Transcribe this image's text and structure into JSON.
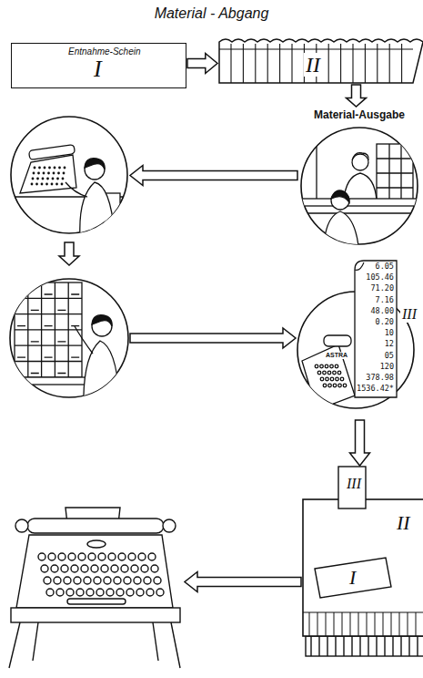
{
  "diagram": {
    "title": "Material - Abgang",
    "nodes": [
      {
        "text": [
          "Entnahme-Schein",
          "I"
        ]
      },
      {
        "text": [
          "II"
        ]
      },
      {
        "text": [
          "Material-Ausgabe"
        ]
      },
      {
        "text": []
      },
      {
        "text": []
      },
      {
        "text": [
          "ASTRA",
          "III"
        ]
      },
      {
        "text": [
          "III",
          "II",
          "I"
        ]
      },
      {
        "text": []
      }
    ],
    "edges": [
      {
        "from": 0,
        "to": 1,
        "arrow": "to"
      },
      {
        "from": 1,
        "to": 2,
        "arrow": "to"
      },
      {
        "from": 2,
        "to": 3,
        "arrow": "to"
      },
      {
        "from": 3,
        "to": 4,
        "arrow": "to"
      },
      {
        "from": 4,
        "to": 5,
        "arrow": "to"
      },
      {
        "from": 5,
        "to": 6,
        "arrow": "to"
      },
      {
        "from": 6,
        "to": 7,
        "arrow": "to"
      }
    ],
    "labels": [
      "6.05",
      "105.46",
      "71.20",
      "7.16",
      "48.00",
      "0.20",
      "10",
      "12",
      "05",
      "120",
      "378.98",
      "1536.42*"
    ]
  }
}
